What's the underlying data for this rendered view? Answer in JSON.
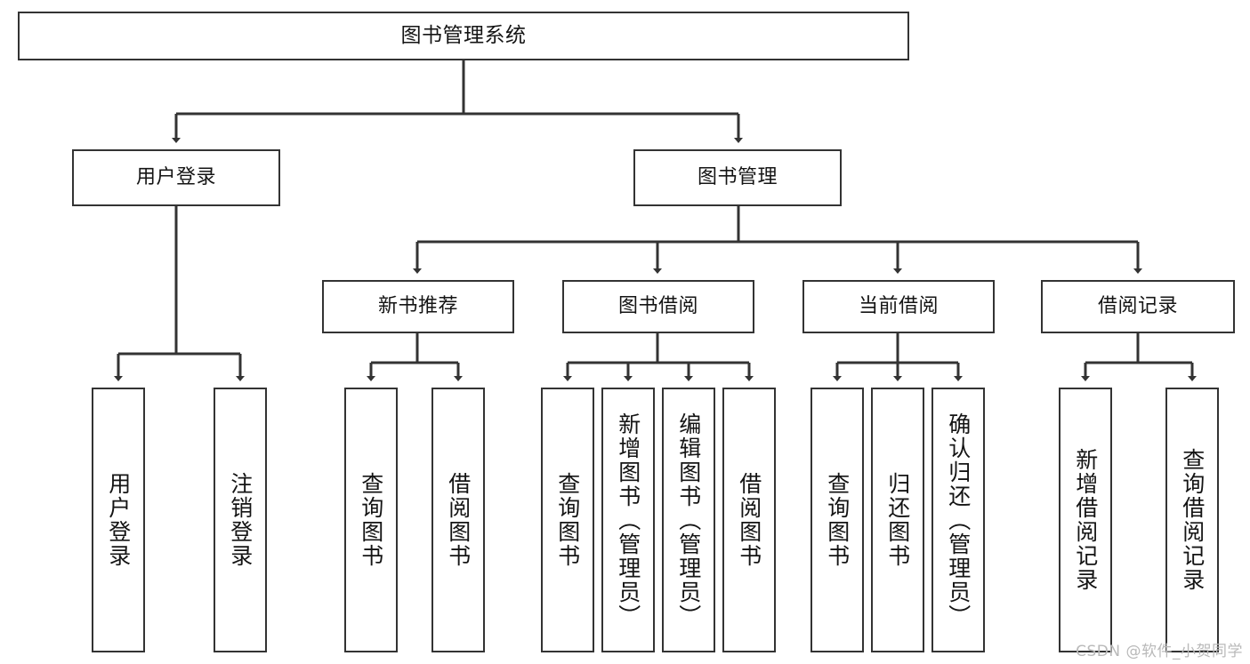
{
  "diagram": {
    "title": "图书管理系统",
    "type": "tree",
    "watermark": "CSDN @软件_小贺同学",
    "colors": {
      "stroke": "#333333",
      "fill": "#ffffff",
      "text": "#141414",
      "watermark": "#b9b9b9"
    },
    "nodes": {
      "root": "图书管理系统",
      "level2": [
        "用户登录",
        "图书管理"
      ],
      "level3": [
        "新书推荐",
        "图书借阅",
        "当前借阅",
        "借阅记录"
      ],
      "leaves": {
        "user_login": [
          "用户登录",
          "注销登录"
        ],
        "new_book_recommend": [
          "查询图书",
          "借阅图书"
        ],
        "book_borrow": [
          "查询图书",
          "新增图书（管理员）",
          "编辑图书（管理员）",
          "借阅图书"
        ],
        "current_borrow": [
          "查询图书",
          "归还图书",
          "确认归还（管理员）"
        ],
        "borrow_record": [
          "新增借阅记录",
          "查询借阅记录"
        ]
      }
    },
    "edges": [
      {
        "from": "图书管理系统",
        "to": "用户登录"
      },
      {
        "from": "图书管理系统",
        "to": "图书管理"
      },
      {
        "from": "图书管理",
        "to": "新书推荐"
      },
      {
        "from": "图书管理",
        "to": "图书借阅"
      },
      {
        "from": "图书管理",
        "to": "当前借阅"
      },
      {
        "from": "图书管理",
        "to": "借阅记录"
      },
      {
        "from": "用户登录",
        "to": "用户登录"
      },
      {
        "from": "用户登录",
        "to": "注销登录"
      },
      {
        "from": "新书推荐",
        "to": "查询图书"
      },
      {
        "from": "新书推荐",
        "to": "借阅图书"
      },
      {
        "from": "图书借阅",
        "to": "查询图书"
      },
      {
        "from": "图书借阅",
        "to": "新增图书（管理员）"
      },
      {
        "from": "图书借阅",
        "to": "编辑图书（管理员）"
      },
      {
        "from": "图书借阅",
        "to": "借阅图书"
      },
      {
        "from": "当前借阅",
        "to": "查询图书"
      },
      {
        "from": "当前借阅",
        "to": "归还图书"
      },
      {
        "from": "当前借阅",
        "to": "确认归还（管理员）"
      },
      {
        "from": "借阅记录",
        "to": "新增借阅记录"
      },
      {
        "from": "借阅记录",
        "to": "查询借阅记录"
      }
    ]
  }
}
